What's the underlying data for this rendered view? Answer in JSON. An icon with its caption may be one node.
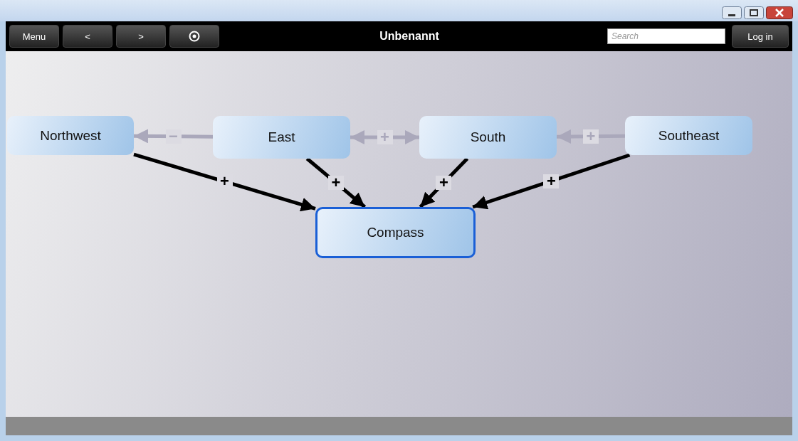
{
  "diagram": {
    "title": "Unbenannt",
    "nodes": [
      {
        "text": [
          "Northwest"
        ]
      },
      {
        "text": [
          "East"
        ]
      },
      {
        "text": [
          "South"
        ]
      },
      {
        "text": [
          "Southeast"
        ]
      },
      {
        "text": [
          "Compass"
        ]
      }
    ],
    "edges": [
      {
        "from": 1,
        "to": 0,
        "arrow": "to",
        "label": "−",
        "color": "#aaa8bb"
      },
      {
        "from": 1,
        "to": 2,
        "arrow": "both",
        "label": "+",
        "color": "#aaa8bb"
      },
      {
        "from": 3,
        "to": 2,
        "arrow": "to",
        "label": "+",
        "color": "#aaa8bb"
      },
      {
        "from": 0,
        "to": 4,
        "arrow": "to",
        "label": "+"
      },
      {
        "from": 1,
        "to": 4,
        "arrow": "to",
        "label": "+"
      },
      {
        "from": 2,
        "to": 4,
        "arrow": "to",
        "label": "+"
      },
      {
        "from": 3,
        "to": 4,
        "arrow": "to",
        "label": "+"
      }
    ],
    "labels": [
      "Menu",
      "<",
      ">",
      "Search",
      "Log in"
    ]
  }
}
